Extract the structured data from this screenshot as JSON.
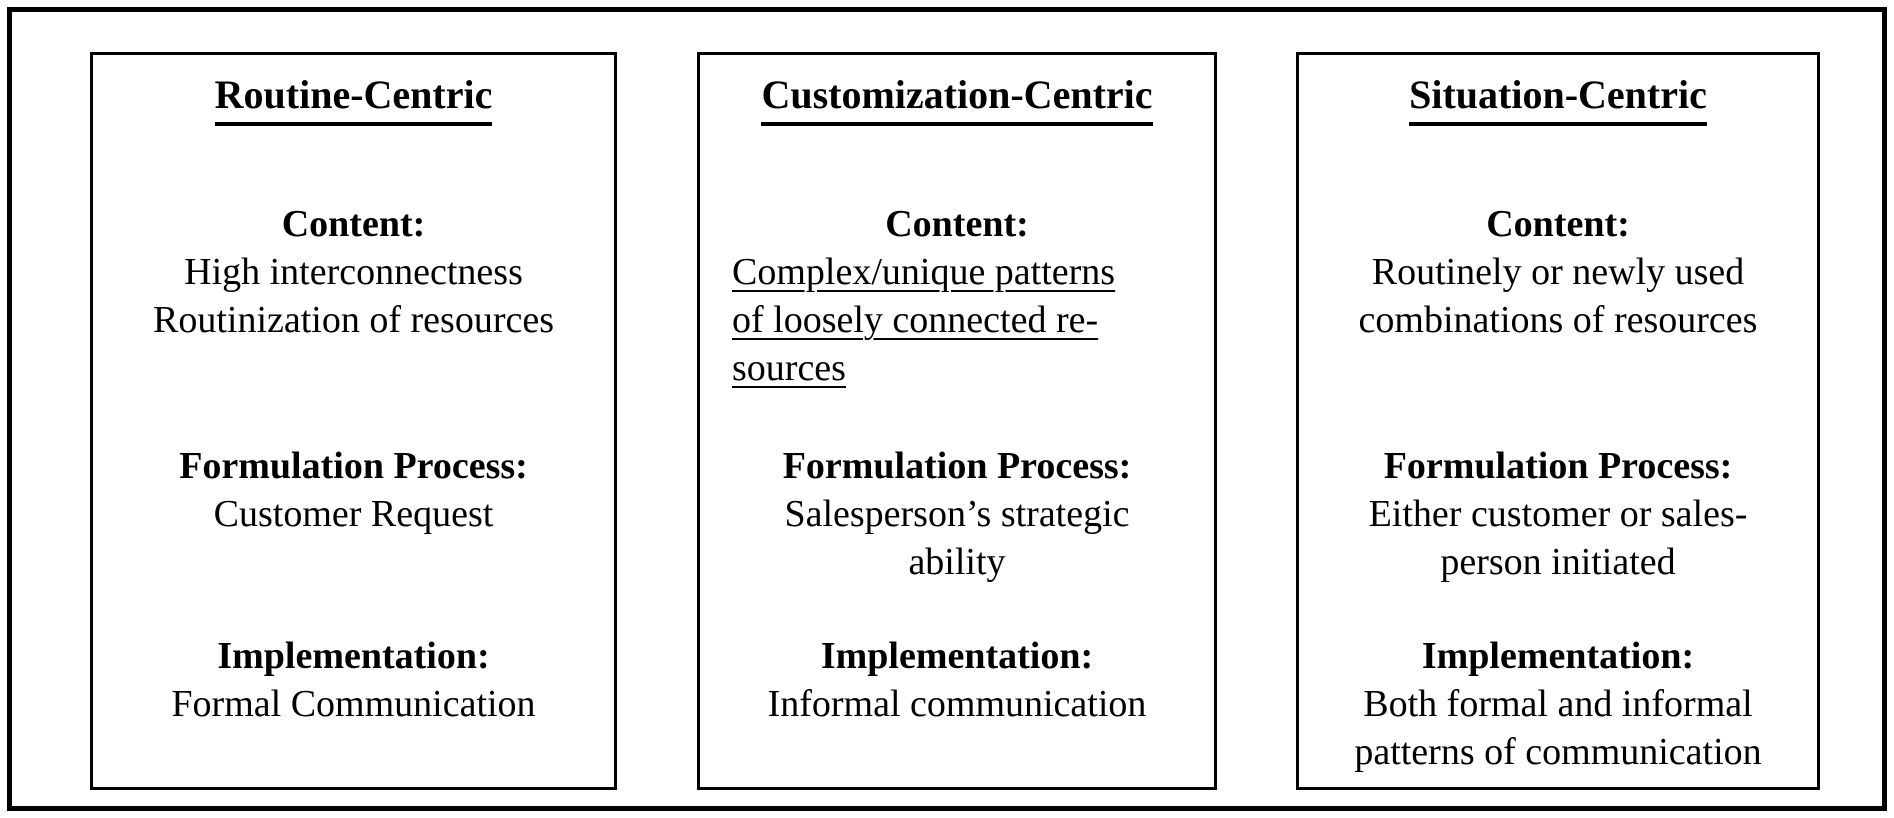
{
  "diagram": {
    "colors": {
      "text": "#000000",
      "background": "#ffffff",
      "border": "#000000"
    },
    "boxes": [
      {
        "title": "Routine-Centric",
        "content_label": "Content:",
        "content_body": "High interconnectness\nRoutinization of resources",
        "formulation_label": "Formulation Process:",
        "formulation_body": "Customer Request",
        "implementation_label": "Implementation:",
        "implementation_body": "Formal Communication"
      },
      {
        "title": "Customization-Centric",
        "content_label": "Content:",
        "content_body": "Complex/unique patterns\nof loosely connected re-\nsources",
        "formulation_label": "Formulation Process:",
        "formulation_body": "Salesperson’s strategic\nability",
        "implementation_label": "Implementation:",
        "implementation_body": "Informal communication"
      },
      {
        "title": "Situation-Centric",
        "content_label": "Content:",
        "content_body": "Routinely or newly used\ncombinations of resources",
        "formulation_label": "Formulation Process:",
        "formulation_body": "Either customer or sales-\nperson initiated",
        "implementation_label": "Implementation:",
        "implementation_body": "Both formal and informal\npatterns of communication"
      }
    ]
  }
}
